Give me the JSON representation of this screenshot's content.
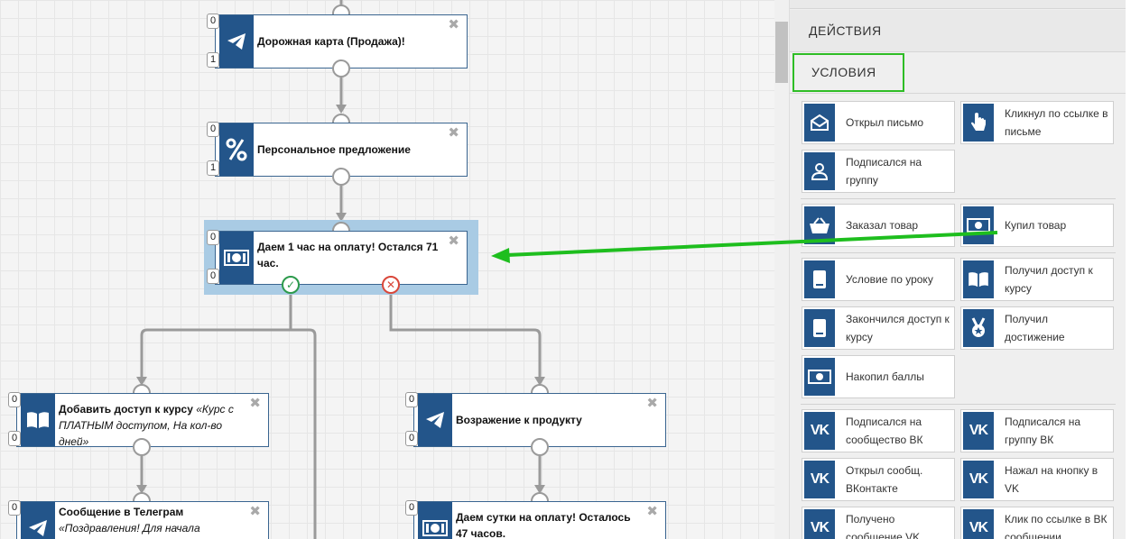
{
  "flow": {
    "nodes": [
      {
        "title": "Дорожная карта (Продажа)!",
        "icon": "telegram-icon",
        "in": "0",
        "out": "1"
      },
      {
        "title": "Персональное предложение",
        "icon": "percent-icon",
        "in": "0",
        "out": "1"
      },
      {
        "title": "Даем 1 час на оплату! Остался 71 час.",
        "icon": "money-icon",
        "in": "0",
        "out": "0"
      },
      {
        "title": "Добавить доступ к курсу",
        "note": "«Курс с ПЛАТНЫМ доступом, На кол-во дней»",
        "icon": "book-icon",
        "in": "0",
        "out": "0"
      },
      {
        "title": "Возражение к продукту",
        "icon": "telegram-icon",
        "in": "0",
        "out": "0"
      },
      {
        "title": "Сообщение в Телеграм",
        "note": "«Поздравления! Для начала обучения",
        "icon": "telegram-icon",
        "in": "0"
      },
      {
        "title": "Даем сутки на оплату! Осталось 47 часов.",
        "icon": "money-icon",
        "in": "0"
      }
    ],
    "close_glyph": "✖"
  },
  "panel": {
    "sections": {
      "actions": "ДЕЙСТВИЯ",
      "conditions": "УСЛОВИЯ"
    },
    "cards": [
      {
        "label": "Открыл письмо",
        "icon": "envelope-open-icon"
      },
      {
        "label": "Кликнул по ссылке в письме",
        "icon": "pointer-hand-icon"
      },
      {
        "label": "Подписался на группу",
        "icon": "user-icon"
      },
      {
        "label": "Заказал товар",
        "icon": "basket-icon"
      },
      {
        "label": "Купил товар",
        "icon": "money-icon"
      },
      {
        "label": "Условие по уроку",
        "icon": "notebook-icon"
      },
      {
        "label": "Получил доступ к курсу",
        "icon": "book-icon"
      },
      {
        "label": "Закончился доступ к курсу",
        "icon": "notebook-icon"
      },
      {
        "label": "Получил достижение",
        "icon": "medal-icon"
      },
      {
        "label": "Накопил баллы",
        "icon": "money-icon"
      },
      {
        "label": "Подписался на сообщество ВК",
        "icon": "vk-icon"
      },
      {
        "label": "Подписался на группу ВК",
        "icon": "vk-icon"
      },
      {
        "label": "Открыл сообщ. ВКонтакте",
        "icon": "vk-icon"
      },
      {
        "label": "Нажал на кнопку в VK",
        "icon": "vk-icon"
      },
      {
        "label": "Получено сообщение VK",
        "icon": "vk-icon"
      },
      {
        "label": "Клик по ссылке в ВК сообщении",
        "icon": "vk-icon"
      }
    ]
  },
  "colors": {
    "node_blue": "#23558a",
    "highlight_green": "#2ebd25",
    "yes_green": "#2c9a4c",
    "no_red": "#d9473a"
  }
}
